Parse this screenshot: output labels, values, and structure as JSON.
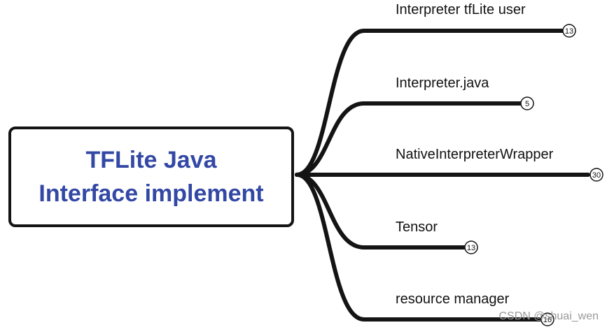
{
  "root": {
    "line1": "TFLite Java",
    "line2": "Interface implement",
    "text_color": "#3348a4",
    "border_color": "#141414"
  },
  "branches": [
    {
      "label": "Interpreter tfLite user",
      "count": "13"
    },
    {
      "label": "Interpreter.java",
      "count": "5"
    },
    {
      "label": "NativeInterpreterWrapper",
      "count": "30"
    },
    {
      "label": "Tensor",
      "count": "13"
    },
    {
      "label": "resource manager",
      "count": "16"
    }
  ],
  "colors": {
    "connector": "#141414",
    "background": "#ffffff"
  },
  "watermark": "CSDN @shuai_wen"
}
